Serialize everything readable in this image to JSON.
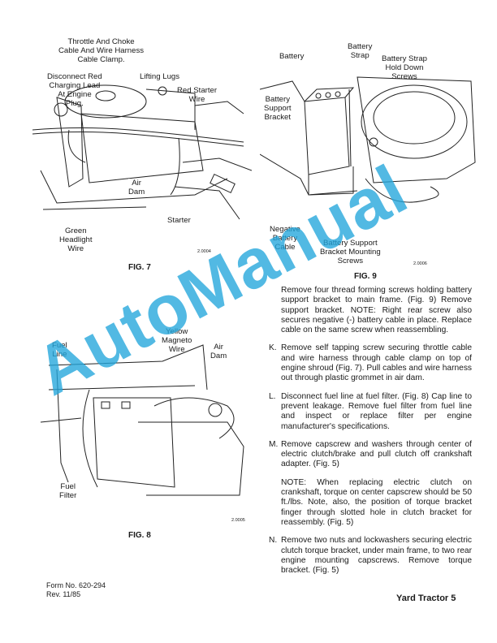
{
  "fig7": {
    "caption": "FIG. 7",
    "code": "2.0004",
    "labels": {
      "throttle": "Throttle And Choke\nCable And Wire Harness\nCable Clamp.",
      "disconnect": "Disconnect Red\nCharging Lead\nAt Engine\nPlug.",
      "lifting": "Lifting Lugs",
      "red_starter": "Red Starter\nWire",
      "air_dam": "Air\nDam",
      "starter": "Starter",
      "green": "Green\nHeadlight\nWire"
    }
  },
  "fig9": {
    "caption": "FIG. 9",
    "code": "2.0006",
    "labels": {
      "battery": "Battery",
      "battery_strap": "Battery\nStrap",
      "strap_hold": "Battery Strap\nHold Down\nScrews",
      "support_bracket": "Battery\nSupport\nBracket",
      "neg_cable": "Negative\nBattery\nCable",
      "mounting_screws": "Battery Support\nBracket Mounting\nScrews"
    }
  },
  "fig8": {
    "caption": "FIG. 8",
    "code": "2.0005",
    "labels": {
      "fuel_line": "Fuel\nLine",
      "yellow": "Yellow\nMagneto\nWire",
      "air_dam": "Air\nDam",
      "fuel_filter": "Fuel\nFilter"
    }
  },
  "text": {
    "paragraphs": [
      {
        "letter": "",
        "text": "Remove four thread forming screws holding battery support bracket to main frame. (Fig. 9) Remove support bracket. NOTE: Right rear screw also secures negative (-) battery cable in place. Replace cable on the same screw when reassembling."
      },
      {
        "letter": "K.",
        "text": "Remove self tapping screw securing throttle cable and wire harness through cable clamp on top of engine shroud (Fig. 7). Pull cables and wire harness out through plastic grommet in air dam."
      },
      {
        "letter": "L.",
        "text": "Disconnect fuel line at fuel filter. (Fig. 8) Cap line to prevent leakage. Remove fuel filter from fuel line and inspect or replace filter per engine manufacturer's specifications."
      },
      {
        "letter": "M.",
        "text": "Remove capscrew and washers through center of electric clutch/brake and pull clutch off crankshaft adapter. (Fig. 5)"
      },
      {
        "letter": "",
        "text": "NOTE: When replacing electric clutch on crankshaft, torque on center capscrew should be 50 ft./lbs. Note, also, the position of torque bracket finger through slotted hole in clutch bracket for reassembly. (Fig. 5)"
      },
      {
        "letter": "N.",
        "text": "Remove two nuts and lockwashers securing electric clutch torque bracket, under main frame, to two rear engine mounting capscrews. Remove torque bracket. (Fig. 5)"
      }
    ]
  },
  "footer": {
    "form": "Form No. 620-294",
    "rev": "Rev. 11/85",
    "page": "Yard Tractor 5"
  },
  "watermark": "AutoManual",
  "colors": {
    "watermark": "#22a6dc",
    "ink": "#1a1a1a"
  }
}
